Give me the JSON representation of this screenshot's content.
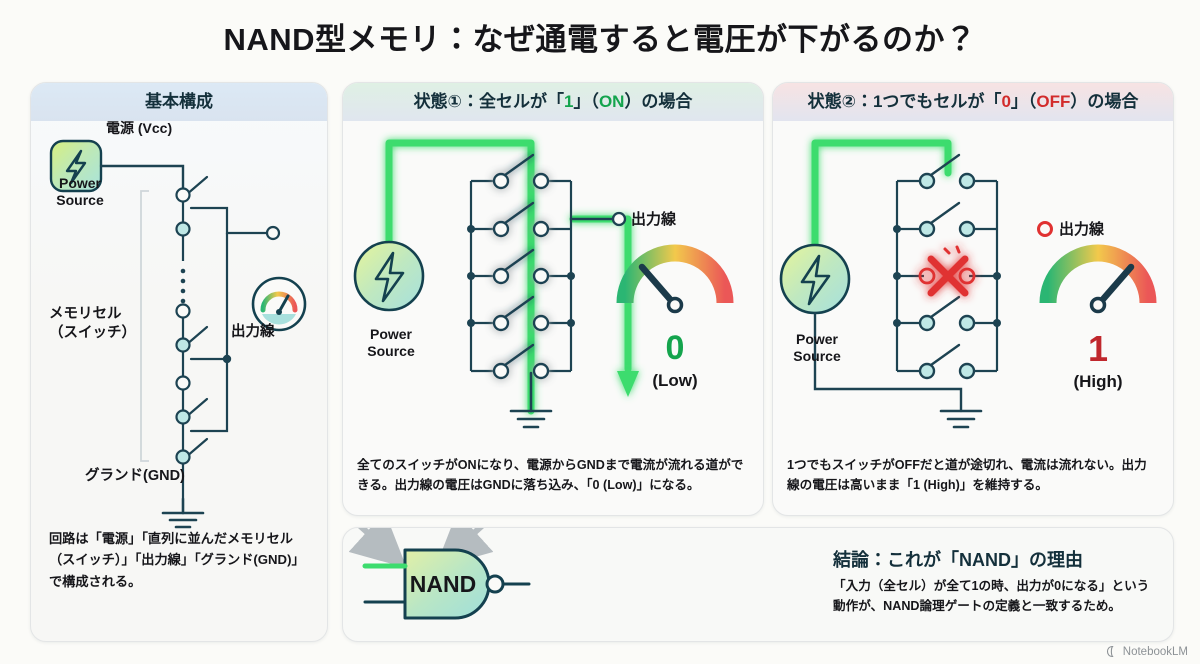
{
  "title": "NAND型メモリ：なぜ通電すると電圧が下がるのか？",
  "panels": {
    "basic": {
      "header": "基本構成",
      "labels": {
        "vcc": "電源 (Vcc)",
        "power_source": "Power\nSource",
        "power_source_line1": "Power",
        "power_source_line2": "Source",
        "memory_cell_line1": "メモリセル",
        "memory_cell_line2": "（スイッチ）",
        "output_line": "出力線",
        "ground": "グランド(GND)"
      },
      "note": "回路は「電源」「直列に並んだメモリセル（スイッチ）」「出力線」「グランド(GND)」で構成される。",
      "icons": {
        "power": "lightning-bolt-icon",
        "gauge": "gauge-icon",
        "ground": "ground-symbol-icon"
      }
    },
    "state_on": {
      "header_prefix": "状態①：全セルが「",
      "header_value": "1",
      "header_mid": "」（",
      "header_state": "ON",
      "header_suffix": "）の場合",
      "power_source_line1": "Power",
      "power_source_line2": "Source",
      "output_line_label": "出力線",
      "gauge_value": "0",
      "gauge_sub": "(Low)",
      "gauge_value_color": "#14a44d",
      "switch_count": 5,
      "switches_closed": [
        true,
        true,
        true,
        true,
        true
      ],
      "current_flows": true,
      "caption": "全てのスイッチがONになり、電源からGNDまで電流が流れる道ができる。出力線の電圧はGNDに落ち込み、「0 (Low)」になる。"
    },
    "state_off": {
      "header_prefix": "状態②：1つでもセルが「",
      "header_value": "0",
      "header_mid": "」（",
      "header_state": "OFF",
      "header_suffix": "）の場合",
      "power_source_line1": "Power",
      "power_source_line2": "Source",
      "output_line_label": "出力線",
      "gauge_value": "1",
      "gauge_sub": "(High)",
      "gauge_value_color": "#c0272d",
      "switch_count": 5,
      "switches_closed": [
        true,
        true,
        false,
        true,
        true
      ],
      "broken_switch_index": 3,
      "current_flows": false,
      "caption": "1つでもスイッチがOFFだと道が途切れ、電流は流れない。出力線の電圧は高いまま「1 (High)」を維持する。"
    },
    "conclusion": {
      "gate_label": "NAND",
      "title": "結論：これが「NAND」の理由",
      "body": "「入力（全セル）が全て1の時、出力が0になる」という動作が、NAND論理ゲートの定義と一致するため。"
    }
  },
  "watermark": "NotebookLM",
  "colors": {
    "background": "#fbfbf8",
    "ink": "#14303b",
    "green": "#14a44d",
    "green_glow": "#3ddc6e",
    "red": "#d22b2b",
    "red_dark": "#c0272d",
    "header_blue": "#dce9f5",
    "gauge_green": "#2bb673",
    "gauge_yellow": "#f2c94c",
    "gauge_red": "#eb5757"
  }
}
